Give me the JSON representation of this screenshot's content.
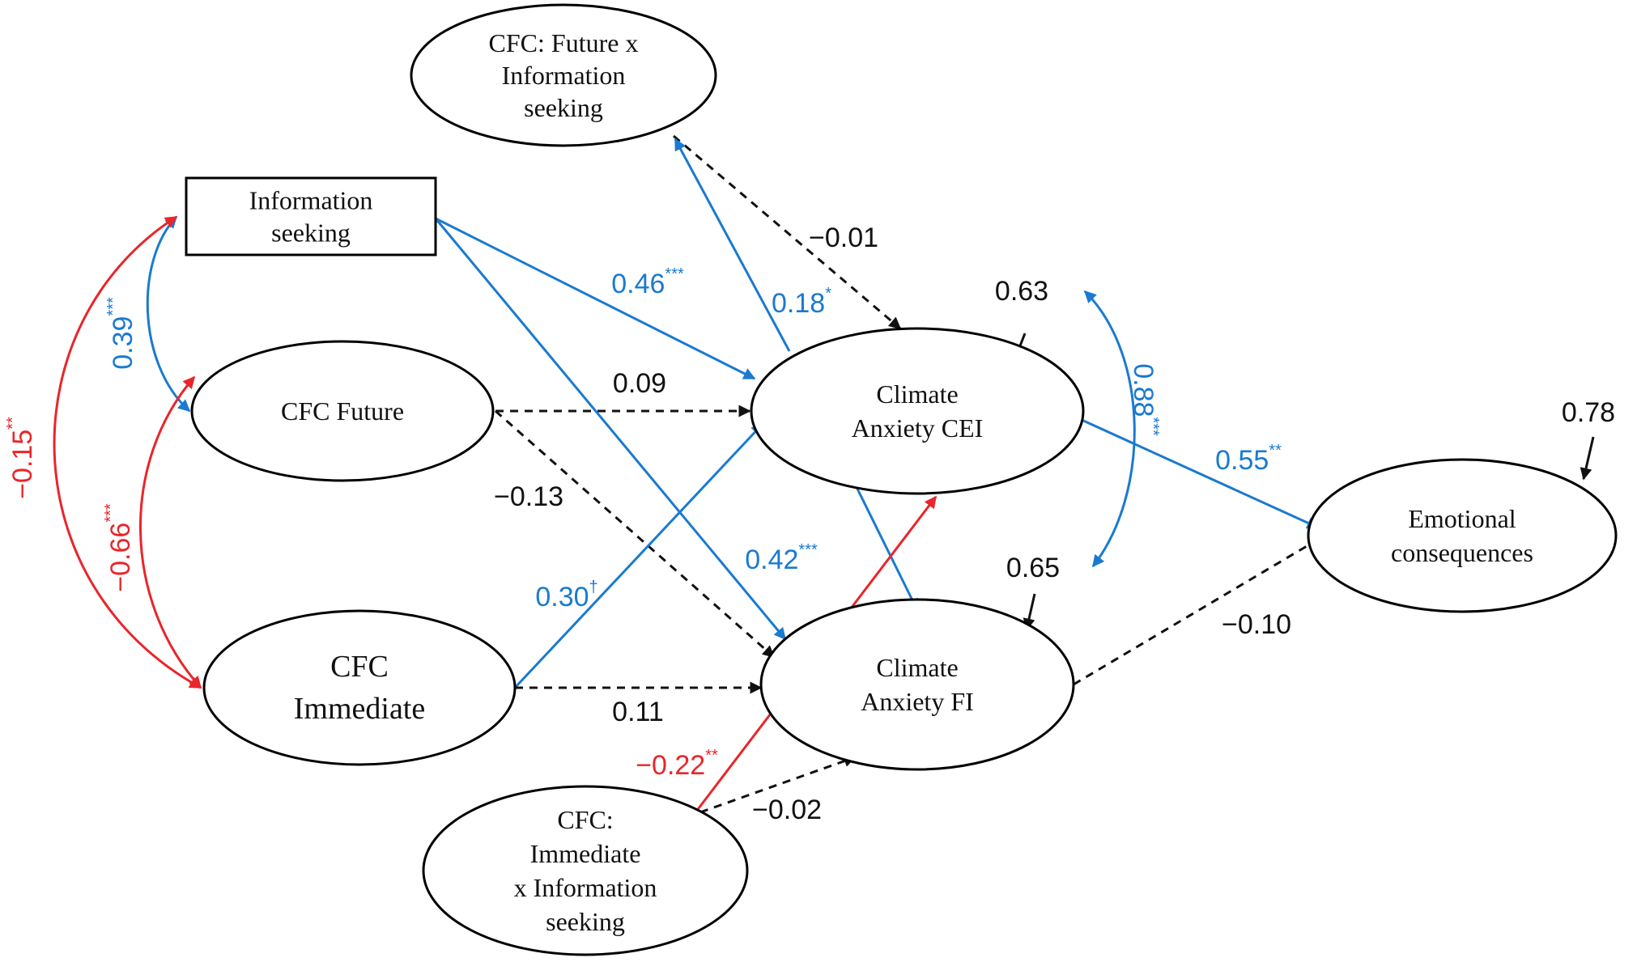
{
  "colors": {
    "black": "#111111",
    "blue": "#1a7ad0",
    "red": "#e8262b"
  },
  "nodes": {
    "cfc_future_x_info": {
      "lines": [
        "CFC: Future x",
        "Information",
        "seeking"
      ]
    },
    "information_seeking": {
      "lines": [
        "Information",
        "seeking"
      ]
    },
    "cfc_future": {
      "lines": [
        "CFC Future"
      ]
    },
    "cfc_immediate": {
      "lines": [
        "CFC",
        "Immediate"
      ]
    },
    "climate_anxiety_cei": {
      "lines": [
        "Climate",
        "Anxiety CEI"
      ]
    },
    "climate_anxiety_fi": {
      "lines": [
        "Climate",
        "Anxiety FI"
      ]
    },
    "emotional_consequences": {
      "lines": [
        "Emotional",
        "consequences"
      ]
    },
    "cfc_immediate_x_info": {
      "lines": [
        "CFC:",
        "Immediate",
        "x Information",
        "seeking"
      ]
    }
  },
  "edges": {
    "fx_cei": {
      "value": "−0.01",
      "sig": ""
    },
    "fx_fi": {
      "value": "0.18",
      "sig": "*"
    },
    "info_cei": {
      "value": "0.46",
      "sig": "***"
    },
    "info_fi": {
      "value": "0.42",
      "sig": "***"
    },
    "future_cei": {
      "value": "0.09",
      "sig": ""
    },
    "future_fi": {
      "value": "−0.13",
      "sig": ""
    },
    "immediate_cei": {
      "value": "0.30",
      "sig": "†"
    },
    "immediate_fi": {
      "value": "0.11",
      "sig": ""
    },
    "cei_fi": {
      "value": "",
      "sig": ""
    },
    "cei_emotional": {
      "value": "0.55",
      "sig": "**"
    },
    "fi_emotional": {
      "value": "−0.10",
      "sig": ""
    },
    "ix_fi": {
      "value": "−0.02",
      "sig": ""
    },
    "ix_cei": {
      "value": "−0.22",
      "sig": "**"
    },
    "cov_info_future": {
      "value": "0.39",
      "sig": "***"
    },
    "cov_info_immediate": {
      "value": "−0.15",
      "sig": "**"
    },
    "cov_future_immediate": {
      "value": "−0.66",
      "sig": "***"
    },
    "cov_cei_fi": {
      "value": "0.88",
      "sig": "***"
    }
  },
  "residuals": {
    "cei": {
      "value": "0.63"
    },
    "fi": {
      "value": "0.65"
    },
    "emotional": {
      "value": "0.78"
    }
  }
}
